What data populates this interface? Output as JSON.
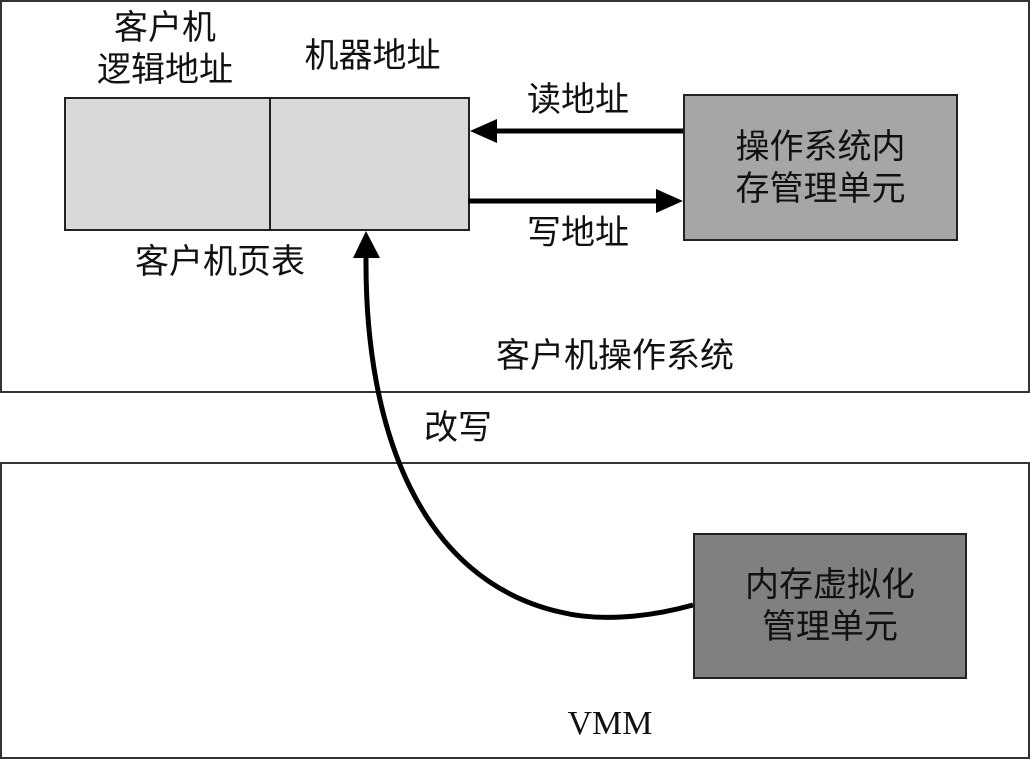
{
  "guest_os": {
    "title": "客户机操作系统",
    "page_table": {
      "caption": "客户机页表",
      "left_column_label_line1": "客户机",
      "left_column_label_line2": "逻辑地址",
      "right_column_label": "机器地址",
      "fill_color": "#d9d9d9"
    },
    "os_mmu": {
      "line1": "操作系统内",
      "line2": "存管理单元",
      "fill_color": "#a6a6a6"
    },
    "read_arrow_label": "读地址",
    "write_arrow_label": "写地址"
  },
  "modify_arrow_label": "改写",
  "vmm": {
    "title": "VMM",
    "mem_virt_unit": {
      "line1": "内存虚拟化",
      "line2": "管理单元",
      "fill_color": "#808080"
    }
  }
}
